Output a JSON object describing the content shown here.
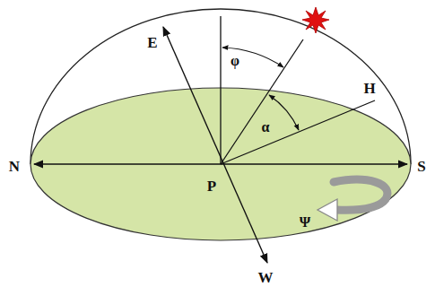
{
  "diagram": {
    "labels": [
      "E",
      "φ",
      "H",
      "α",
      "N",
      "P",
      "Ψ",
      "S",
      "W"
    ]
  }
}
